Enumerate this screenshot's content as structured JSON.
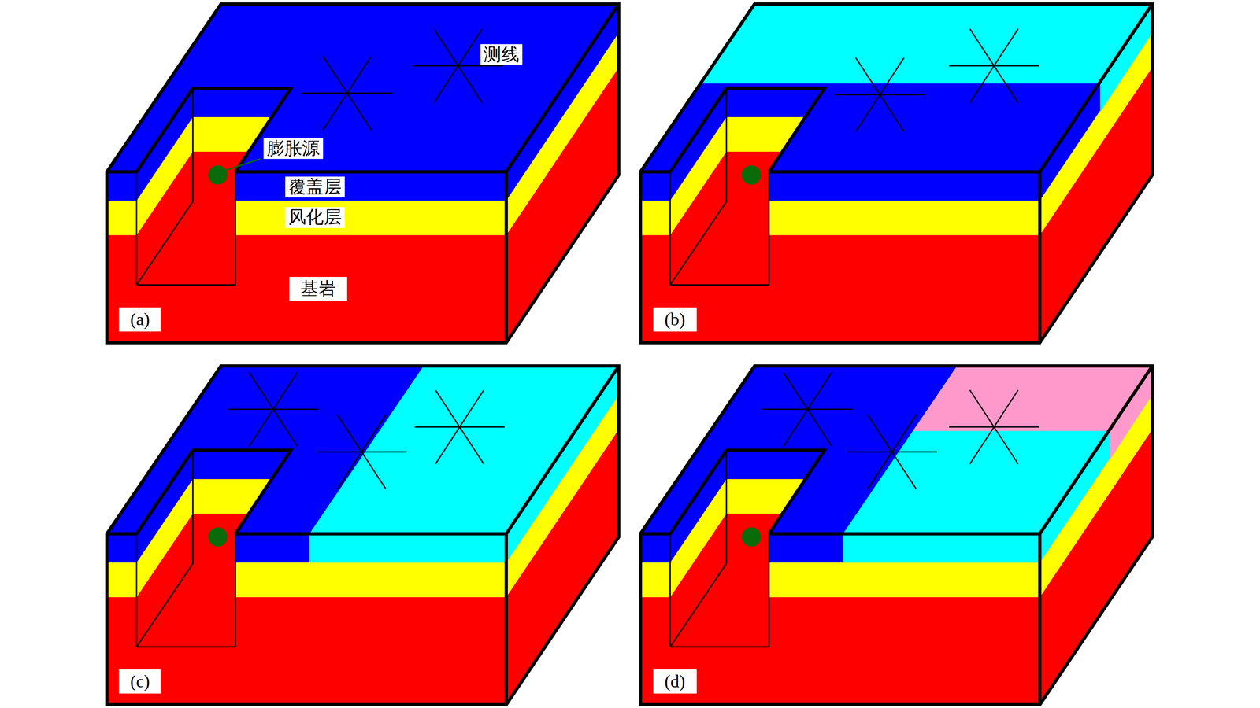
{
  "diagram": {
    "labels": [
      "测线",
      "膨胀源",
      "覆盖层",
      "风化层",
      "基岩",
      "(a)",
      "(b)",
      "(c)",
      "(d)"
    ]
  }
}
